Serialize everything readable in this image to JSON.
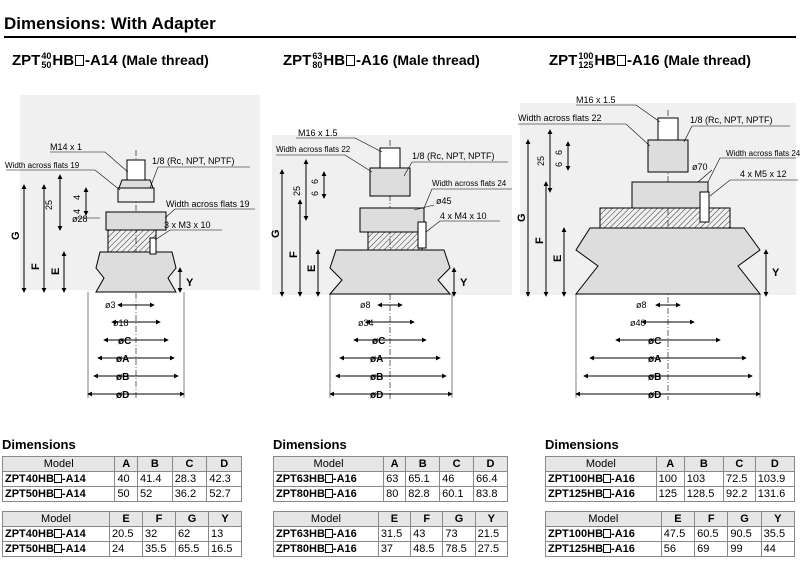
{
  "page_title": "Dimensions: With Adapter",
  "models": [
    {
      "prefix": "ZPT",
      "frac_top": "40",
      "frac_bottom": "50",
      "mid": "HB",
      "suffix": "-A14",
      "note": "(Male thread)"
    },
    {
      "prefix": "ZPT",
      "frac_top": "63",
      "frac_bottom": "80",
      "mid": "HB",
      "suffix": "-A16",
      "note": "(Male thread)"
    },
    {
      "prefix": "ZPT",
      "frac_top": "100",
      "frac_bottom": "125",
      "mid": "HB",
      "suffix": "-A16",
      "note": "(Male thread)"
    }
  ],
  "drawings": [
    {
      "thread": "M14 x 1",
      "flats_top": "Width across flats 19",
      "port": "1/8 (Rc, NPT, NPTF)",
      "flats_side": "Width across flats 19",
      "bolt": "3 x M3 x 10",
      "d_flange": "ø28",
      "v25": "25",
      "v4a": "4",
      "v4b": "4",
      "G": "G",
      "F": "F",
      "E": "E",
      "Y": "Y",
      "d_small": "ø3",
      "d_mid": "ø18",
      "dC": "øC",
      "dA": "øA",
      "dB": "øB",
      "dD": "øD"
    },
    {
      "thread": "M16 x 1.5",
      "flats_top": "Width across flats 22",
      "port": "1/8 (Rc, NPT, NPTF)",
      "flats_side": "Width across flats 24",
      "bolt": "4 x M4 x 10",
      "d_flange": "ø45",
      "v25": "25",
      "v4a": "6",
      "v4b": "6",
      "G": "G",
      "F": "F",
      "E": "E",
      "Y": "Y",
      "d_small": "ø8",
      "d_mid": "ø34",
      "dC": "øC",
      "dA": "øA",
      "dB": "øB",
      "dD": "øD"
    },
    {
      "thread": "M16 x 1.5",
      "flats_top": "Width across flats 22",
      "port": "1/8 (Rc, NPT, NPTF)",
      "flats_side": "Width across flats 24",
      "bolt": "4 x M5 x 12",
      "d_flange": "ø70",
      "v25": "25",
      "v4a": "6",
      "v4b": "6",
      "G": "G",
      "F": "F",
      "E": "E",
      "Y": "Y",
      "d_small": "ø8",
      "d_mid": "ø40",
      "dC": "øC",
      "dA": "øA",
      "dB": "øB",
      "dD": "øD"
    }
  ],
  "tables": [
    {
      "heading": "Dimensions",
      "t1": {
        "cols": [
          "Model",
          "A",
          "B",
          "C",
          "D"
        ],
        "rows": [
          {
            "pre": "ZPT40HB",
            "suf": "-A14",
            "v": [
              "40",
              "41.4",
              "28.3",
              "42.3"
            ]
          },
          {
            "pre": "ZPT50HB",
            "suf": "-A14",
            "v": [
              "50",
              "52",
              "36.2",
              "52.7"
            ]
          }
        ]
      },
      "t2": {
        "cols": [
          "Model",
          "E",
          "F",
          "G",
          "Y"
        ],
        "rows": [
          {
            "pre": "ZPT40HB",
            "suf": "-A14",
            "v": [
              "20.5",
              "32",
              "62",
              "13"
            ]
          },
          {
            "pre": "ZPT50HB",
            "suf": "-A14",
            "v": [
              "24",
              "35.5",
              "65.5",
              "16.5"
            ]
          }
        ]
      }
    },
    {
      "heading": "Dimensions",
      "t1": {
        "cols": [
          "Model",
          "A",
          "B",
          "C",
          "D"
        ],
        "rows": [
          {
            "pre": "ZPT63HB",
            "suf": "-A16",
            "v": [
              "63",
              "65.1",
              "46",
              "66.4"
            ]
          },
          {
            "pre": "ZPT80HB",
            "suf": "-A16",
            "v": [
              "80",
              "82.8",
              "60.1",
              "83.8"
            ]
          }
        ]
      },
      "t2": {
        "cols": [
          "Model",
          "E",
          "F",
          "G",
          "Y"
        ],
        "rows": [
          {
            "pre": "ZPT63HB",
            "suf": "-A16",
            "v": [
              "31.5",
              "43",
              "73",
              "21.5"
            ]
          },
          {
            "pre": "ZPT80HB",
            "suf": "-A16",
            "v": [
              "37",
              "48.5",
              "78.5",
              "27.5"
            ]
          }
        ]
      }
    },
    {
      "heading": "Dimensions",
      "t1": {
        "cols": [
          "Model",
          "A",
          "B",
          "C",
          "D"
        ],
        "rows": [
          {
            "pre": "ZPT100HB",
            "suf": "-A16",
            "v": [
              "100",
              "103",
              "72.5",
              "103.9"
            ]
          },
          {
            "pre": "ZPT125HB",
            "suf": "-A16",
            "v": [
              "125",
              "128.5",
              "92.2",
              "131.6"
            ]
          }
        ]
      },
      "t2": {
        "cols": [
          "Model",
          "E",
          "F",
          "G",
          "Y"
        ],
        "rows": [
          {
            "pre": "ZPT100HB",
            "suf": "-A16",
            "v": [
              "47.5",
              "60.5",
              "90.5",
              "35.5"
            ]
          },
          {
            "pre": "ZPT125HB",
            "suf": "-A16",
            "v": [
              "56",
              "69",
              "99",
              "44"
            ]
          }
        ]
      }
    }
  ]
}
